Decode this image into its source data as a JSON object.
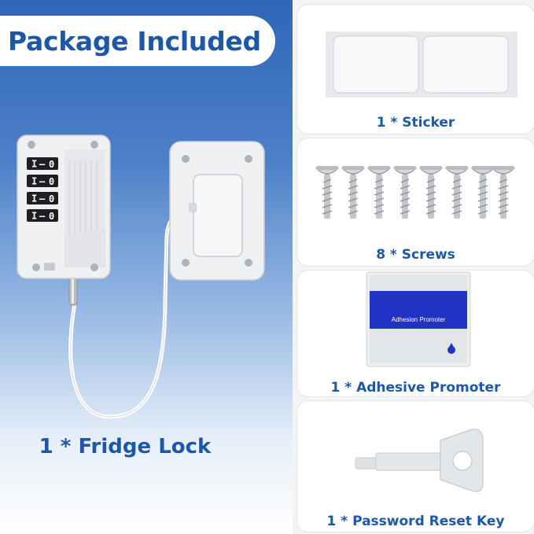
{
  "header": {
    "title": "Package Included"
  },
  "main_item": {
    "label": "1 * Fridge Lock",
    "dial_digits": [
      "0",
      "0",
      "0",
      "0"
    ]
  },
  "items": [
    {
      "label": "1 * Sticker"
    },
    {
      "label": "8 * Screws"
    },
    {
      "label": "1 * Adhesive Promoter",
      "packet_text": "Adhesion Promoter"
    },
    {
      "label": "1 * Password Reset Key"
    }
  ],
  "colors": {
    "brand_blue": "#1d58a8",
    "panel_top": "#2f66b8",
    "card_bg": "#ffffff",
    "promoter_blue": "#1f2fc0"
  }
}
